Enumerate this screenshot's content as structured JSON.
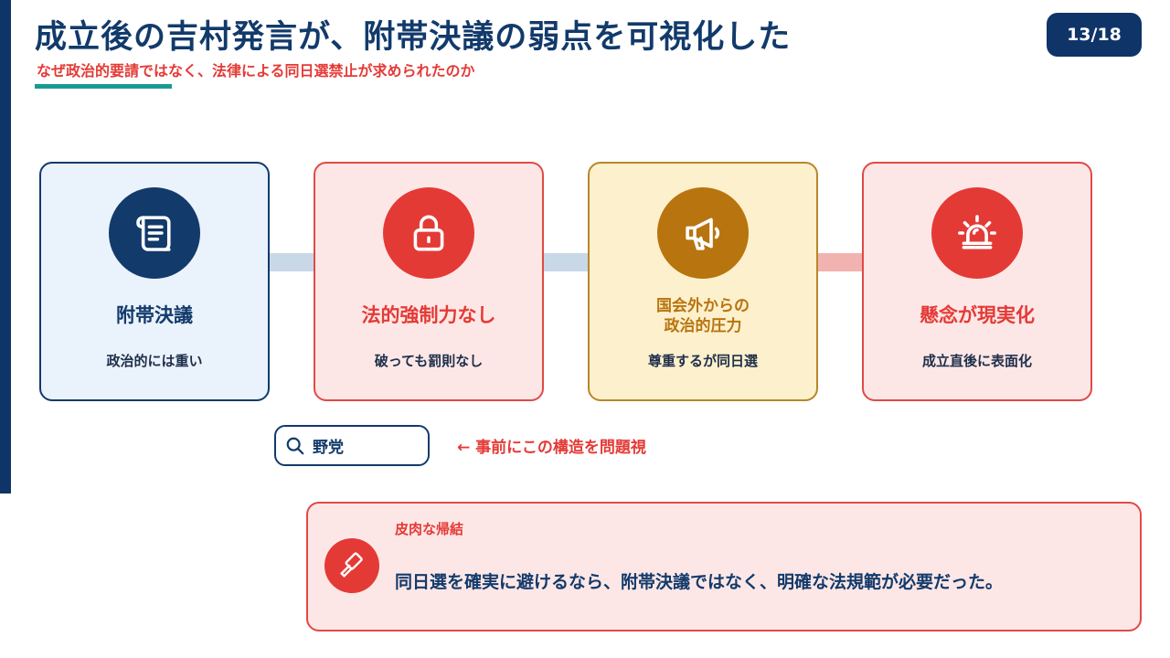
{
  "header": {
    "title": "成立後の吉村発言が、附帯決議の弱点を可視化した",
    "subtitle": "なぜ政治的要請ではなく、法律による同日選禁止が求められたのか",
    "page": "13/18"
  },
  "colors": {
    "navy": "#0f3468",
    "red": "#e43a36",
    "teal": "#1a9a96",
    "gold": "#b8740f"
  },
  "flow": {
    "cards": [
      {
        "icon": "scroll-icon",
        "title": "附帯決議",
        "description": "政治的には重い"
      },
      {
        "icon": "lock-icon",
        "title": "法的強制力なし",
        "description": "破っても罰則なし"
      },
      {
        "icon": "megaphone-icon",
        "title": "国会外からの\n政治的圧力",
        "description": "尊重するが同日選"
      },
      {
        "icon": "siren-icon",
        "title": "懸念が現実化",
        "description": "成立直後に表面化"
      }
    ]
  },
  "search": {
    "icon": "search-icon",
    "value": "野党"
  },
  "note": "← 事前にこの構造を問題視",
  "conclusion": {
    "icon": "gavel-icon",
    "heading": "皮肉な帰結",
    "text": "同日選を確実に避けるなら、附帯決議ではなく、明確な法規範が必要だった。"
  }
}
